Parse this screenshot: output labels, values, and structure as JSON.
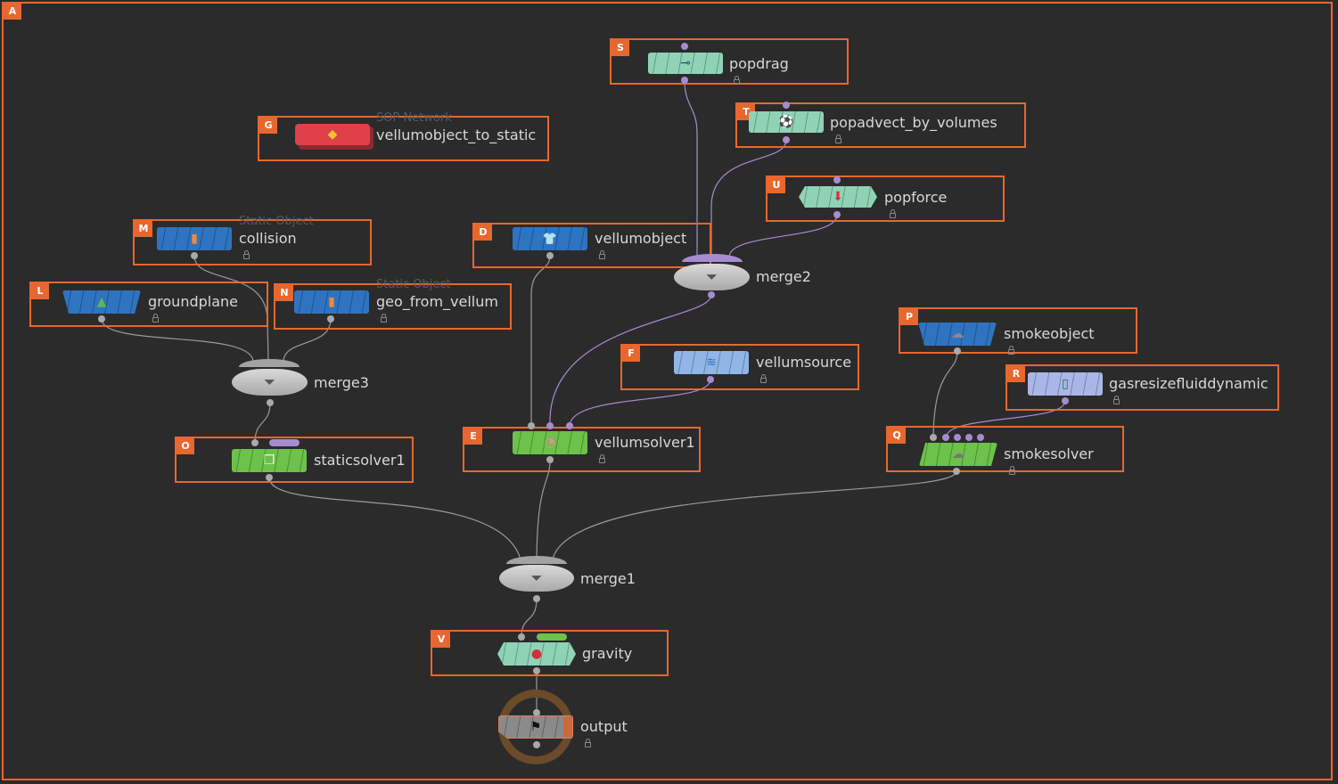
{
  "network": {
    "frame_tag": "A",
    "colors": {
      "background": "#2b2b2b",
      "frame": "#e8672f",
      "wire": "#9a9a9a",
      "wire_purple": "#a78bd1",
      "node_blue": "#2f74c0",
      "node_green": "#6cc24a",
      "node_teal": "#8fd3b6",
      "node_red": "#e0404a",
      "node_lightblue": "#8fb6e6",
      "node_lavender": "#a9b6e8",
      "node_gray": "#c8c8c8"
    },
    "nodes": [
      {
        "id": "popdrag",
        "tag": "S",
        "label": "popdrag",
        "subtitle": "",
        "icon": "drag-icon",
        "glyph": "⊸"
      },
      {
        "id": "popadvect",
        "tag": "T",
        "label": "popadvect_by_volumes",
        "subtitle": "",
        "icon": "soccer-ball-icon",
        "glyph": "⚽"
      },
      {
        "id": "popforce",
        "tag": "U",
        "label": "popforce",
        "subtitle": "",
        "icon": "force-arrow-icon",
        "glyph": "⬇"
      },
      {
        "id": "vellumobject_to_static",
        "tag": "G",
        "label": "vellumobject_to_static",
        "subtitle": "SOP Network",
        "icon": "sop-network-icon",
        "glyph": "◆"
      },
      {
        "id": "collision",
        "tag": "M",
        "label": "collision",
        "subtitle": "Static Object",
        "icon": "static-object-icon",
        "glyph": "▮"
      },
      {
        "id": "vellumobject",
        "tag": "D",
        "label": "vellumobject",
        "subtitle": "",
        "icon": "shirt-icon",
        "glyph": "👕"
      },
      {
        "id": "merge2",
        "tag": "",
        "label": "merge2",
        "subtitle": "",
        "icon": "funnel-icon",
        "glyph": "⏷"
      },
      {
        "id": "groundplane",
        "tag": "L",
        "label": "groundplane",
        "subtitle": "",
        "icon": "ground-plane-icon",
        "glyph": "▲"
      },
      {
        "id": "geo_from_vellum",
        "tag": "N",
        "label": "geo_from_vellum",
        "subtitle": "Static Object",
        "icon": "static-object-icon",
        "glyph": "▮"
      },
      {
        "id": "smokeobject",
        "tag": "P",
        "label": "smokeobject",
        "subtitle": "",
        "icon": "smoke-cloud-icon",
        "glyph": "☁"
      },
      {
        "id": "vellumsource",
        "tag": "F",
        "label": "vellumsource",
        "subtitle": "",
        "icon": "cloth-source-icon",
        "glyph": "≋"
      },
      {
        "id": "gasresize",
        "tag": "R",
        "label": "gasresizefluiddynamic",
        "subtitle": "",
        "icon": "bottle-icon",
        "glyph": "▯"
      },
      {
        "id": "merge3",
        "tag": "",
        "label": "merge3",
        "subtitle": "",
        "icon": "funnel-icon",
        "glyph": "⏷"
      },
      {
        "id": "staticsolver1",
        "tag": "O",
        "label": "staticsolver1",
        "subtitle": "",
        "icon": "static-solver-icon",
        "glyph": "❒"
      },
      {
        "id": "vellumsolver1",
        "tag": "E",
        "label": "vellumsolver1",
        "subtitle": "",
        "icon": "vellum-solver-icon",
        "glyph": "◔"
      },
      {
        "id": "smokesolver",
        "tag": "Q",
        "label": "smokesolver",
        "subtitle": "",
        "icon": "smoke-solver-icon",
        "glyph": "☁"
      },
      {
        "id": "merge1",
        "tag": "",
        "label": "merge1",
        "subtitle": "",
        "icon": "funnel-icon",
        "glyph": "⏷"
      },
      {
        "id": "gravity",
        "tag": "V",
        "label": "gravity",
        "subtitle": "",
        "icon": "apple-icon",
        "glyph": "●"
      },
      {
        "id": "output",
        "tag": "",
        "label": "output",
        "subtitle": "",
        "icon": "checkered-flag-icon",
        "glyph": "⚑"
      }
    ]
  }
}
